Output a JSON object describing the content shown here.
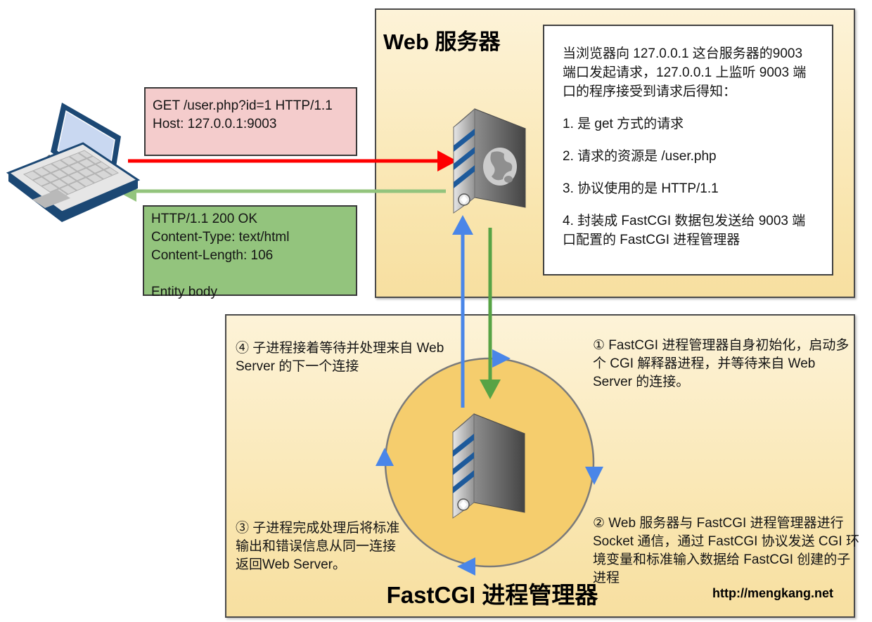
{
  "web_server": {
    "title": "Web 服务器",
    "info_paragraphs": [
      "当浏览器向 127.0.0.1 这台服务器的9003 端口发起请求，127.0.0.1 上监听 9003 端口的程序接受到请求后得知：",
      "1. 是 get 方式的请求",
      "2. 请求的资源是 /user.php",
      "3. 协议使用的是 HTTP/1.1",
      "4. 封装成 FastCGI 数据包发送给 9003 端口配置的 FastCGI 进程管理器"
    ]
  },
  "request_box": {
    "lines": [
      "GET /user.php?id=1 HTTP/1.1",
      "Host: 127.0.0.1:9003"
    ]
  },
  "response_box": {
    "lines": [
      "HTTP/1.1 200 OK",
      "Content-Type: text/html",
      "Content-Length: 106",
      "",
      "Entity body"
    ]
  },
  "fastcgi": {
    "title": "FastCGI 进程管理器",
    "watermark": "http://mengkang.net",
    "steps": {
      "s1": "① FastCGI 进程管理器自身初始化，启动多个 CGI 解释器进程，并等待来自 Web Server 的连接。",
      "s2": "② Web 服务器与 FastCGI 进程管理器进行 Socket 通信，通过 FastCGI 协议发送 CGI 环境变量和标准输入数据给 FastCGI 创建的子进程",
      "s3": "③ 子进程完成处理后将标准输出和错误信息从同一连接返回Web Server。",
      "s4": "④ 子进程接着等待并处理来自 Web Server 的下一个连接"
    }
  },
  "icons": {
    "laptop": "laptop-icon",
    "web_server": "web-server-icon",
    "fastcgi_server": "fastcgi-server-icon",
    "request_arrow": "request-arrow-icon",
    "response_arrow": "response-arrow-icon",
    "socket_send_arrow": "socket-send-arrow-icon",
    "socket_return_arrow": "socket-return-arrow-icon",
    "rotation_arrows": "rotation-arrow-icon"
  },
  "colors": {
    "panel_fill": "#f9e5ae",
    "panel_border": "#4a4a4a",
    "request_box_fill": "#f4cccc",
    "response_box_fill": "#93c47d",
    "circle_fill": "#f5cd6d",
    "red_arrow": "#fe0000",
    "light_green_arrow": "#93c47d",
    "green_arrow": "#57a345",
    "blue_arrow": "#4a86e8",
    "server_stripe": "#1d5a9b"
  }
}
